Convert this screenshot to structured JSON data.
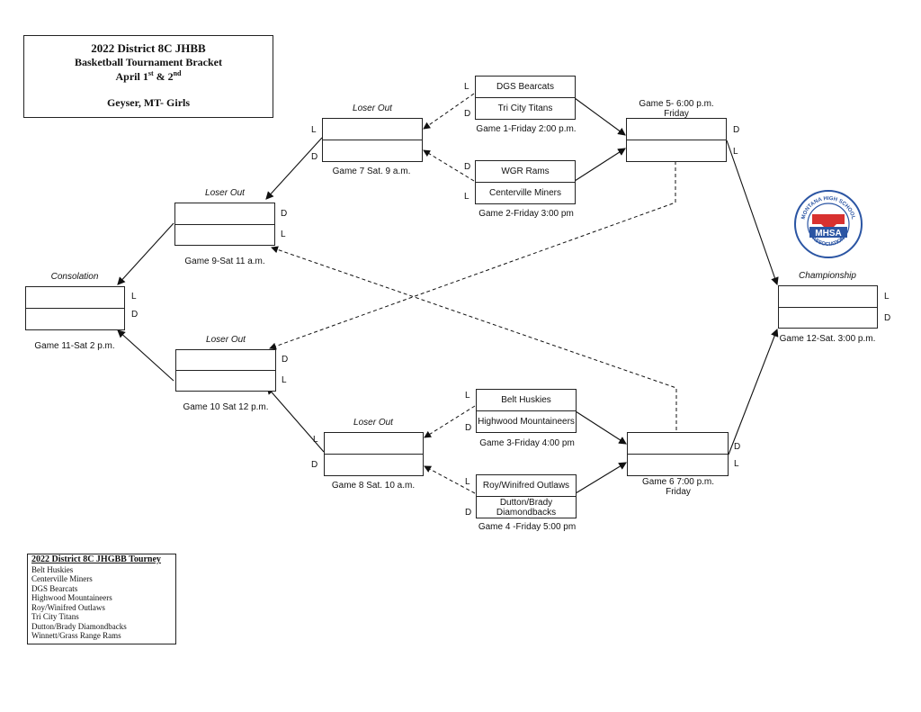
{
  "header": {
    "line1": "2022 District 8C JHBB",
    "line2": "Basketball Tournament Bracket",
    "dates_a": "April 1",
    "dates_sup1": "st",
    "dates_b": " & 2",
    "dates_sup2": "nd",
    "location": "Geyser, MT- Girls"
  },
  "games": {
    "g1": {
      "team_top": "DGS Bearcats",
      "team_bottom": "Tri City Titans",
      "caption": "Game 1-Friday 2:00 p.m."
    },
    "g2": {
      "team_top": "WGR Rams",
      "team_bottom": "Centerville Miners",
      "caption": "Game 2-Friday 3:00 pm"
    },
    "g3": {
      "team_top": "Belt Huskies",
      "team_bottom": "Highwood Mountaineers",
      "caption": "Game 3-Friday 4:00 pm"
    },
    "g4": {
      "team_top": "Roy/Winifred Outlaws",
      "team_bottom": "Dutton/Brady Diamondbacks",
      "caption": "Game 4 -Friday 5:00 pm"
    },
    "g5": {
      "caption_a": "Game 5- 6:00 p.m.",
      "caption_b": "Friday"
    },
    "g6": {
      "caption_a": "Game 6  7:00 p.m.",
      "caption_b": "Friday"
    },
    "g7": {
      "heading": "Loser Out",
      "caption": "Game 7 Sat. 9 a.m."
    },
    "g8": {
      "heading": "Loser Out",
      "caption": "Game 8 Sat. 10 a.m."
    },
    "g9": {
      "heading": "Loser Out",
      "caption": "Game 9-Sat 11 a.m."
    },
    "g10": {
      "heading": "Loser Out",
      "caption": "Game 10 Sat 12 p.m."
    },
    "g11": {
      "heading": "Consolation",
      "caption": "Game 11-Sat  2 p.m."
    },
    "g12": {
      "heading": "Championship",
      "caption": "Game 12-Sat. 3:00 p.m."
    }
  },
  "marks": {
    "L": "L",
    "D": "D"
  },
  "logo": {
    "arc_text": "MONTANA HIGH SCHOOL",
    "center_text": "MHSA",
    "bottom_text": "ASSOCIATION",
    "color_red": "#d8312f",
    "color_blue": "#2b55a3"
  },
  "legend": {
    "title": "2022 District 8C JHGBB Tourney",
    "teams": [
      "Belt Huskies",
      "Centerville Miners",
      "DGS Bearcats",
      "Highwood Mountaineers",
      "Roy/Winifred Outlaws",
      "Tri City Titans",
      "Dutton/Brady Diamondbacks",
      "Winnett/Grass Range Rams"
    ]
  }
}
